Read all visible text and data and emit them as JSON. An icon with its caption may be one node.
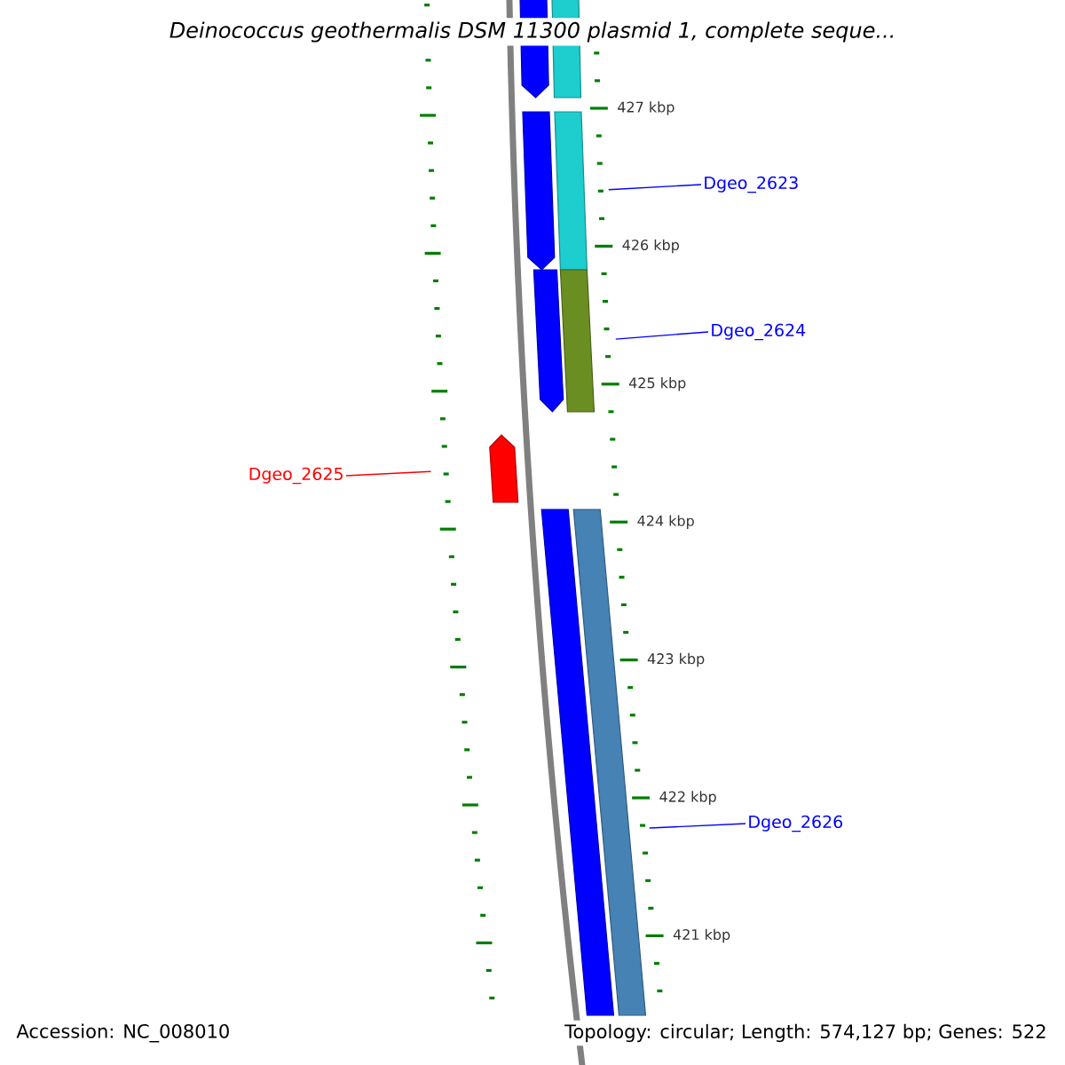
{
  "diagram": {
    "title": "Deinococcus geothermalis DSM 11300 plasmid 1, complete seque...",
    "nodes": [
      {
        "text": [],
        "shape": "arrow"
      },
      {
        "text": [],
        "shape": "bar"
      },
      {
        "text": [],
        "shape": "arrow"
      },
      {
        "text": [
          "Dgeo_2623"
        ]
      },
      {
        "text": [],
        "shape": "bar"
      },
      {
        "text": [],
        "shape": "arrow"
      },
      {
        "text": [
          "Dgeo_2624"
        ]
      },
      {
        "text": [],
        "shape": "bar"
      },
      {
        "text": [
          "Dgeo_2625"
        ]
      },
      {
        "text": [],
        "shape": "arrow"
      },
      {
        "text": [],
        "shape": "bar"
      },
      {
        "text": [],
        "shape": "bar"
      },
      {
        "text": [
          "Dgeo_2626"
        ]
      }
    ],
    "edges": [
      {
        "from": 3,
        "to": 4,
        "arrow": "none"
      },
      {
        "from": 6,
        "to": 7,
        "arrow": "none"
      },
      {
        "from": 8,
        "to": 9,
        "arrow": "none",
        "color": "#ff0000"
      },
      {
        "from": 12,
        "to": 11,
        "arrow": "none"
      }
    ],
    "labels": [
      "427 kbp",
      "426 kbp",
      "425 kbp",
      "424 kbp",
      "423 kbp",
      "422 kbp",
      "421 kbp",
      "Accession: NC_008010",
      "Topology: circular; Length: 574,127 bp; Genes: 522"
    ]
  }
}
